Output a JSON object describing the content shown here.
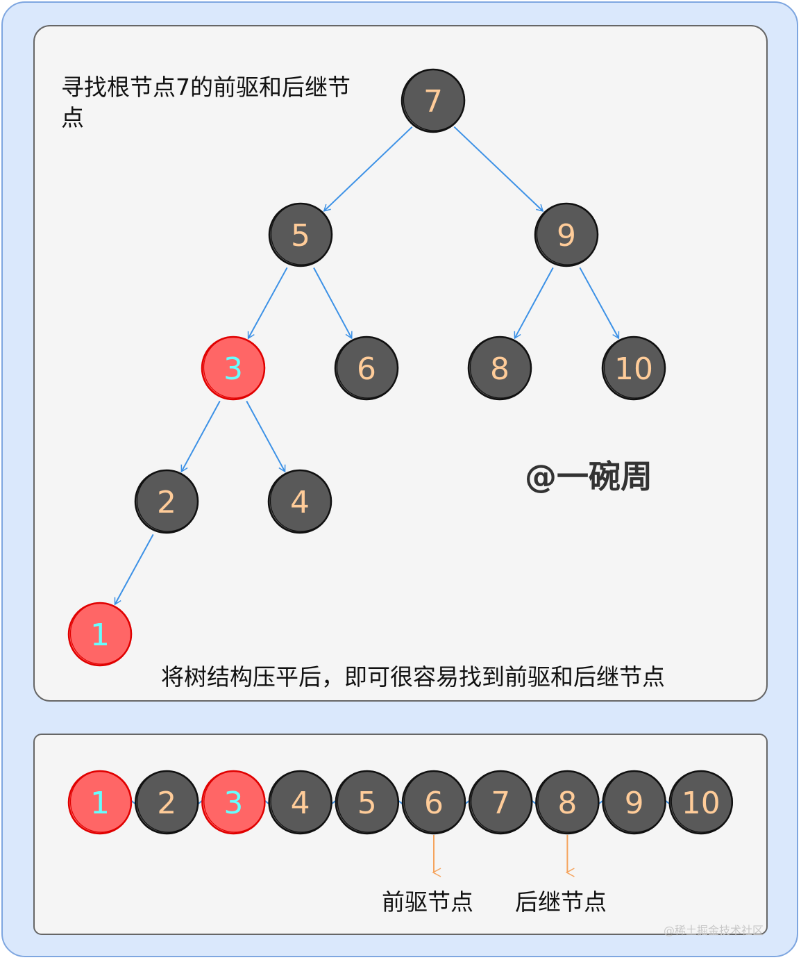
{
  "tree_title": "寻找根节点7的前驱和后继节点",
  "author": "@一碗周",
  "caption": "将树结构压平后，即可很容易找到前驱和后继节点",
  "pred_label": "前驱节点",
  "succ_label": "后继节点",
  "watermark": "@稀土掘金技术社区",
  "colors": {
    "node_fill": "#595959",
    "node_text": "#ffcc99",
    "highlight_fill": "#ff6666",
    "highlight_text": "#66ffff",
    "edge": "#3c91e6",
    "pointer": "#f5a35c"
  },
  "tree_nodes": [
    {
      "id": "7",
      "label": "7",
      "highlight": false
    },
    {
      "id": "5",
      "label": "5",
      "highlight": false
    },
    {
      "id": "9",
      "label": "9",
      "highlight": false
    },
    {
      "id": "3",
      "label": "3",
      "highlight": true
    },
    {
      "id": "6",
      "label": "6",
      "highlight": false
    },
    {
      "id": "8",
      "label": "8",
      "highlight": false
    },
    {
      "id": "10",
      "label": "10",
      "highlight": false
    },
    {
      "id": "2",
      "label": "2",
      "highlight": false
    },
    {
      "id": "4",
      "label": "4",
      "highlight": false
    },
    {
      "id": "1",
      "label": "1",
      "highlight": true
    }
  ],
  "tree_edges": [
    {
      "from": "7",
      "to": "5"
    },
    {
      "from": "7",
      "to": "9"
    },
    {
      "from": "5",
      "to": "3"
    },
    {
      "from": "5",
      "to": "6"
    },
    {
      "from": "9",
      "to": "8"
    },
    {
      "from": "9",
      "to": "10"
    },
    {
      "from": "3",
      "to": "2"
    },
    {
      "from": "3",
      "to": "4"
    },
    {
      "from": "2",
      "to": "1"
    }
  ],
  "flat_nodes": [
    {
      "label": "1",
      "highlight": true
    },
    {
      "label": "2",
      "highlight": false
    },
    {
      "label": "3",
      "highlight": true
    },
    {
      "label": "4",
      "highlight": false
    },
    {
      "label": "5",
      "highlight": false
    },
    {
      "label": "6",
      "highlight": false
    },
    {
      "label": "7",
      "highlight": false
    },
    {
      "label": "8",
      "highlight": false
    },
    {
      "label": "9",
      "highlight": false
    },
    {
      "label": "10",
      "highlight": false
    }
  ],
  "predecessor": "6",
  "successor": "8"
}
